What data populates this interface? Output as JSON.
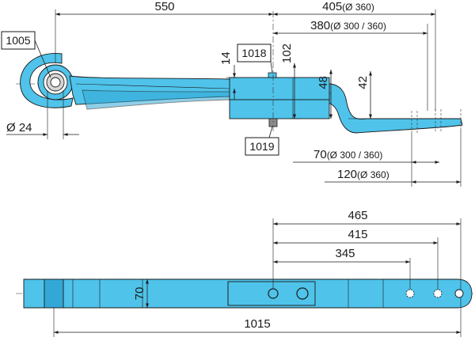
{
  "top_view": {
    "dim_550": "550",
    "dim_405": "405",
    "dim_405_note": "(Ø 360)",
    "dim_380": "380",
    "dim_380_note": "(Ø 300 / 360)",
    "dim_14": "14",
    "dim_102": "102",
    "dim_48": "48",
    "dim_42": "42",
    "dim_24": "Ø 24",
    "dim_70": "70",
    "dim_70_note": "(Ø 300 / 360)",
    "dim_120": "120",
    "dim_120_note": "(Ø 360)"
  },
  "parts": {
    "p1005": "1005",
    "p1018": "1018",
    "p1019": "1019"
  },
  "bottom_view": {
    "dim_465": "465",
    "dim_415": "415",
    "dim_345": "345",
    "dim_70": "70",
    "dim_1015": "1015"
  },
  "colors": {
    "part_fill": "#4fc3ea",
    "part_shade": "#33a8d6",
    "line": "#1a1a1a"
  }
}
